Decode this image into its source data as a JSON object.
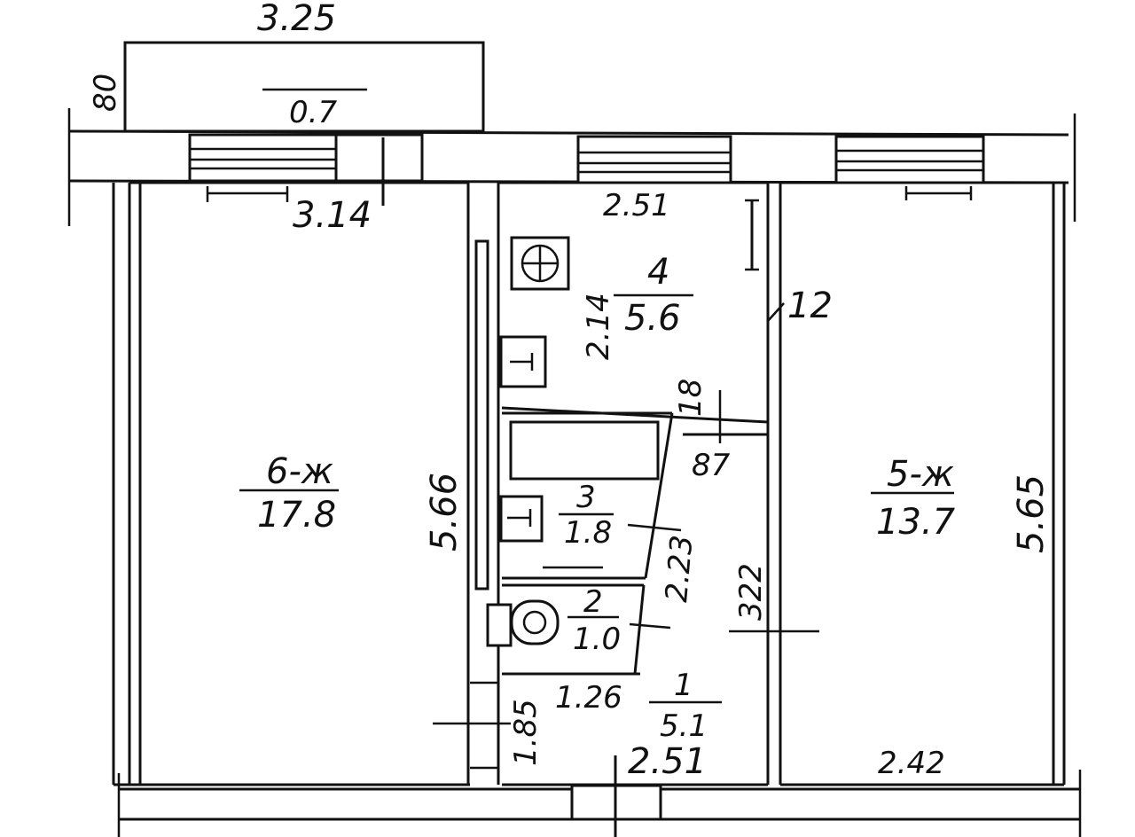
{
  "dimensions": {
    "balcony_width": "3.25",
    "balcony_depth": "80",
    "room6_width": "3.14",
    "room4_width": "2.51",
    "room4_height": "2.14",
    "partition_12": "12",
    "partition_18": "18",
    "partition_87": "87",
    "room6_length": "5.66",
    "room5_length": "5.65",
    "bath_diag": "2.23",
    "corridor_322": "322",
    "hall_126": "1.26",
    "hall_185": "1.85",
    "hall_width": "2.51",
    "room5_width": "2.42"
  },
  "rooms": {
    "balcony": {
      "area": "0.7"
    },
    "room6": {
      "name": "6-ж",
      "area": "17.8"
    },
    "room4": {
      "name": "4",
      "area": "5.6"
    },
    "room3": {
      "name": "3",
      "area": "1.8"
    },
    "room2": {
      "name": "2",
      "area": "1.0"
    },
    "room1": {
      "name": "1",
      "area": "5.1"
    },
    "room5": {
      "name": "5-ж",
      "area": "13.7"
    }
  },
  "icons": [
    "stove-icon",
    "sink-icon",
    "bathtub-icon",
    "toilet-icon",
    "window-icon"
  ]
}
